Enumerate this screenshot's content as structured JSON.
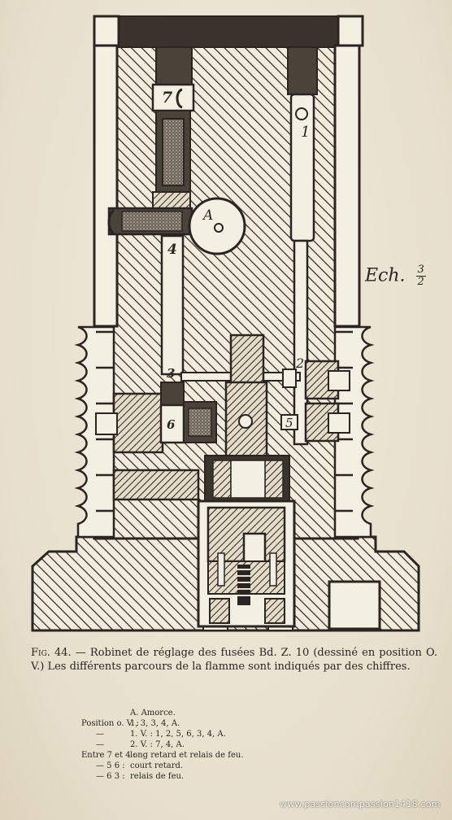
{
  "figure": {
    "callouts": {
      "c1": "1",
      "c2": "2",
      "c3": "3",
      "c4": "4",
      "c5": "5",
      "c6": "6",
      "c7": "7",
      "cA": "A"
    },
    "scale": {
      "label": "Ech.",
      "numerator": "3",
      "denominator": "2"
    }
  },
  "caption": {
    "fig_label": "Fig. 44.",
    "text": "— Robinet de réglage des fusées Bd. Z. 10 (dessiné en position O. V.) Les différents parcours de la flamme sont indiqués par des chiffres."
  },
  "legend": {
    "rows": [
      {
        "lead": "",
        "text": "A. Amorce."
      },
      {
        "lead": "Position o. V. :",
        "text": "1, 3, 3, 4, A."
      },
      {
        "lead": "—",
        "text": "1. V. : 1, 2, 5, 6, 3, 4, A."
      },
      {
        "lead": "—",
        "text": "2. V. : 7, 4, A."
      },
      {
        "lead": "Entre 7 et 4 :",
        "text": "long retard et relais de feu."
      },
      {
        "lead": "— 5 6 :",
        "text": "court retard."
      },
      {
        "lead": "— 6 3 :",
        "text": "relais de feu."
      }
    ]
  },
  "watermark": "www.passioncompassion1418.com"
}
